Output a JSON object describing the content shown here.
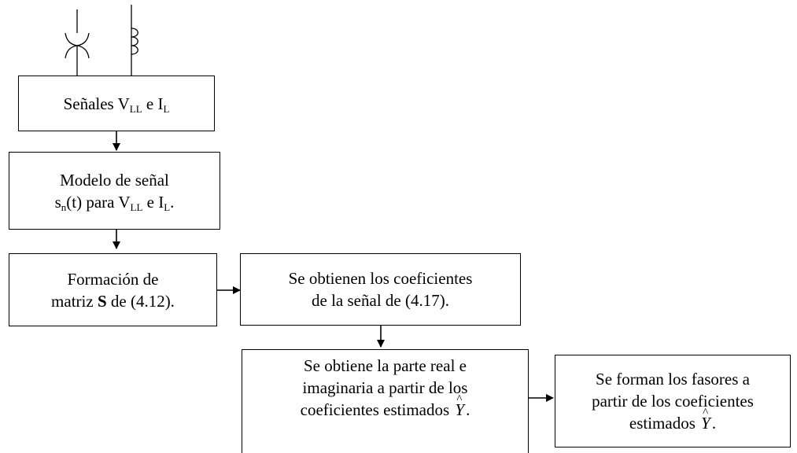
{
  "boxes": {
    "signals": {
      "pre": "Señales V",
      "sub1": "LL",
      "mid": " e I",
      "sub2": "L"
    },
    "model": {
      "line1": "Modelo de señal",
      "s": "s",
      "s_sub": "n",
      "after_s": "(t) para V",
      "sub1": "LL",
      "mid": " e I",
      "sub2": "L",
      "end": "."
    },
    "matrix": {
      "line1": "Formación de",
      "pre": "matriz ",
      "bold": "S",
      "post": " de (4.12)."
    },
    "coef": {
      "line1": "Se obtienen los coeficientes",
      "line2": "de la señal de (4.17)."
    },
    "real_imag": {
      "line1": "Se obtiene la parte real e",
      "line2": "imaginaria a partir de los",
      "line3_pre": "coeficientes estimados ",
      "symbol": "Y",
      "line3_post": "."
    },
    "phasors": {
      "line1": "Se forman los fasores a",
      "line2": "partir de los coeficientes",
      "line3_pre": "estimados ",
      "symbol": "Y",
      "line3_post": "."
    }
  },
  "icons": [
    "voltage-transformer-icon",
    "current-transformer-icon"
  ]
}
